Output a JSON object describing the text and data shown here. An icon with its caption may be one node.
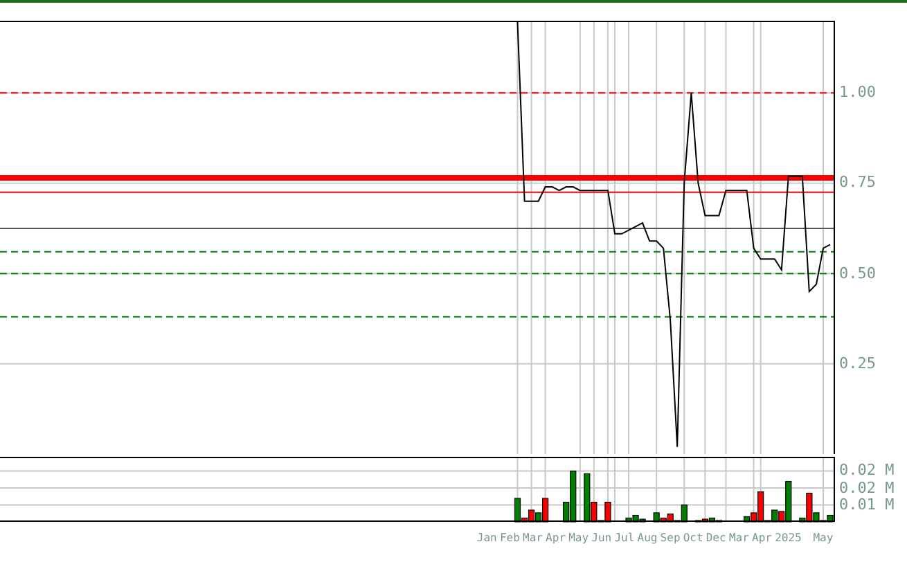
{
  "diagram": {
    "labels": [
      "Jan",
      "Feb",
      "Mar",
      "Apr",
      "May",
      "Jun",
      "Jul",
      "Aug",
      "Sep",
      "Oct",
      "Dec",
      "Mar",
      "Apr",
      "2025",
      "May"
    ],
    "chart_data": [
      {
        "type": "line",
        "grid": true,
        "ylim": [
          0,
          1.2
        ],
        "yticks": [
          {
            "value": 0.25,
            "label": "0.25"
          },
          {
            "value": 0.5,
            "label": "0.50"
          },
          {
            "value": 0.75,
            "label": "0.75"
          },
          {
            "value": 1.0,
            "label": "1.00"
          }
        ],
        "categories": [
          null,
          null,
          null,
          null,
          null,
          null,
          null,
          null,
          null,
          null,
          null,
          null,
          null,
          null,
          null,
          null,
          null,
          null,
          null,
          null,
          null,
          null,
          null,
          null,
          null,
          null,
          null,
          null,
          null,
          null,
          null,
          null,
          null,
          null,
          null,
          null,
          null,
          null,
          null,
          null,
          null,
          null,
          null,
          null,
          null,
          null,
          null,
          null,
          null,
          null,
          null,
          null,
          null,
          null,
          null,
          null,
          null,
          null,
          null,
          null,
          null,
          null,
          null,
          null,
          null,
          null,
          null,
          null,
          null,
          null,
          null,
          null,
          null,
          null,
          null,
          null,
          null,
          null,
          null,
          null,
          null,
          null,
          null,
          null,
          null,
          null,
          null,
          null,
          null,
          null,
          null,
          null,
          null,
          null,
          null,
          null,
          null,
          null,
          null,
          null,
          null,
          null,
          null,
          null,
          null,
          null,
          null,
          null,
          null,
          null,
          null,
          null,
          null,
          null,
          null,
          null,
          null,
          null,
          null,
          null
        ],
        "series": [
          {
            "color": "#000000",
            "values": [
              null,
              null,
              null,
              null,
              null,
              null,
              null,
              null,
              null,
              null,
              null,
              null,
              null,
              null,
              null,
              null,
              null,
              null,
              null,
              null,
              null,
              null,
              null,
              null,
              null,
              null,
              null,
              null,
              null,
              null,
              null,
              null,
              null,
              null,
              null,
              null,
              null,
              null,
              null,
              null,
              null,
              null,
              null,
              null,
              null,
              null,
              null,
              null,
              null,
              null,
              null,
              null,
              null,
              null,
              null,
              null,
              null,
              null,
              null,
              null,
              null,
              null,
              null,
              null,
              null,
              null,
              null,
              null,
              null,
              null,
              null,
              null,
              null,
              null,
              1.2,
              0.7,
              0.7,
              0.7,
              0.74,
              0.74,
              0.73,
              0.74,
              0.74,
              0.73,
              0.73,
              0.73,
              0.73,
              0.73,
              0.61,
              0.61,
              0.62,
              0.63,
              0.64,
              0.59,
              0.59,
              0.57,
              0.37,
              0.02,
              0.75,
              1.0,
              0.75,
              0.66,
              0.66,
              0.66,
              0.73,
              0.73,
              0.73,
              0.73,
              0.57,
              0.54,
              0.54,
              0.54,
              0.51,
              0.77,
              0.77,
              0.77,
              0.45,
              0.47,
              0.57,
              0.58
            ]
          }
        ],
        "ref_lines": [
          {
            "axis": "y",
            "value": 1.0,
            "color": "#ff0000"
          },
          {
            "axis": "y",
            "value": 0.765,
            "color": "#ff0000"
          },
          {
            "axis": "y",
            "value": 0.725,
            "color": "#ff0000"
          },
          {
            "axis": "y",
            "value": 0.625,
            "color": "#555555"
          },
          {
            "axis": "y",
            "value": 0.56,
            "color": "#008000"
          },
          {
            "axis": "y",
            "value": 0.5,
            "color": "#008000"
          },
          {
            "axis": "y",
            "value": 0.38,
            "color": "#008000"
          }
        ]
      },
      {
        "type": "bar",
        "stacked": true,
        "grid": true,
        "ylim": [
          0,
          0.0288
        ],
        "yticks": [
          {
            "value": 0.0075,
            "label": "0.01 M"
          },
          {
            "value": 0.015,
            "label": "0.02 M"
          },
          {
            "value": 0.0225,
            "label": "0.02 M"
          }
        ],
        "categories": [
          null,
          null,
          null,
          null,
          null,
          null,
          null,
          null,
          null,
          null,
          null,
          null,
          null,
          null,
          null,
          null,
          null,
          null,
          null,
          null,
          null,
          null,
          null,
          null,
          null,
          null,
          null,
          null,
          null,
          null,
          null,
          null,
          null,
          null,
          null,
          null,
          null,
          null,
          null,
          null,
          null,
          null,
          null,
          null,
          null,
          null,
          null,
          null,
          null,
          null,
          null,
          null,
          null,
          null,
          null,
          null,
          null,
          null,
          null,
          null,
          null,
          null,
          null,
          null,
          null,
          null,
          null,
          null,
          null,
          null,
          null,
          null,
          null,
          null,
          null,
          null,
          null,
          null,
          null,
          null,
          null,
          null,
          null,
          null,
          null,
          null,
          null,
          null,
          null,
          null,
          null,
          null,
          null,
          null,
          null,
          null,
          null,
          null,
          null,
          null,
          null,
          null,
          null,
          null,
          null,
          null,
          null,
          null,
          null,
          null,
          null,
          null,
          null,
          null,
          null,
          null,
          null,
          null,
          null,
          null
        ],
        "series": [
          {
            "color": "#008000",
            "values": [
              null,
              null,
              null,
              null,
              null,
              null,
              null,
              null,
              null,
              null,
              null,
              null,
              null,
              null,
              null,
              null,
              null,
              null,
              null,
              null,
              null,
              null,
              null,
              null,
              null,
              null,
              null,
              null,
              null,
              null,
              null,
              null,
              null,
              null,
              null,
              null,
              null,
              null,
              null,
              null,
              null,
              null,
              null,
              null,
              null,
              null,
              null,
              null,
              null,
              null,
              null,
              null,
              null,
              null,
              null,
              null,
              null,
              null,
              null,
              null,
              null,
              null,
              null,
              null,
              null,
              null,
              null,
              null,
              null,
              null,
              null,
              null,
              null,
              null,
              0.0104,
              null,
              null,
              0.004,
              null,
              null,
              null,
              0.0087,
              0.0225,
              null,
              0.0213,
              null,
              0.0006,
              null,
              null,
              null,
              0.0017,
              0.0029,
              0.0012,
              null,
              0.004,
              null,
              null,
              0.0006,
              0.0075,
              null,
              null,
              null,
              0.0017,
              0.0006,
              null,
              null,
              null,
              0.0023,
              null,
              null,
              0.0006,
              0.0052,
              null,
              0.0179,
              null,
              0.0017,
              null,
              0.004,
              0.0006,
              0.0029
            ]
          },
          {
            "color": "#ff0000",
            "values": [
              null,
              null,
              null,
              null,
              null,
              null,
              null,
              null,
              null,
              null,
              null,
              null,
              null,
              null,
              null,
              null,
              null,
              null,
              null,
              null,
              null,
              null,
              null,
              null,
              null,
              null,
              null,
              null,
              null,
              null,
              null,
              null,
              null,
              null,
              null,
              null,
              null,
              null,
              null,
              null,
              null,
              null,
              null,
              null,
              null,
              null,
              null,
              null,
              null,
              null,
              null,
              null,
              null,
              null,
              null,
              null,
              null,
              null,
              null,
              null,
              null,
              null,
              null,
              null,
              null,
              null,
              null,
              null,
              null,
              null,
              null,
              null,
              null,
              null,
              null,
              0.0017,
              0.0052,
              null,
              0.0104,
              null,
              null,
              null,
              null,
              null,
              null,
              0.0087,
              null,
              0.0087,
              null,
              null,
              null,
              null,
              null,
              null,
              null,
              0.0017,
              0.0035,
              null,
              null,
              null,
              0.0006,
              0.0012,
              null,
              null,
              null,
              null,
              null,
              null,
              0.004,
              0.0133,
              null,
              null,
              0.0046,
              null,
              null,
              null,
              0.0127,
              null,
              null,
              null
            ]
          }
        ]
      }
    ]
  }
}
